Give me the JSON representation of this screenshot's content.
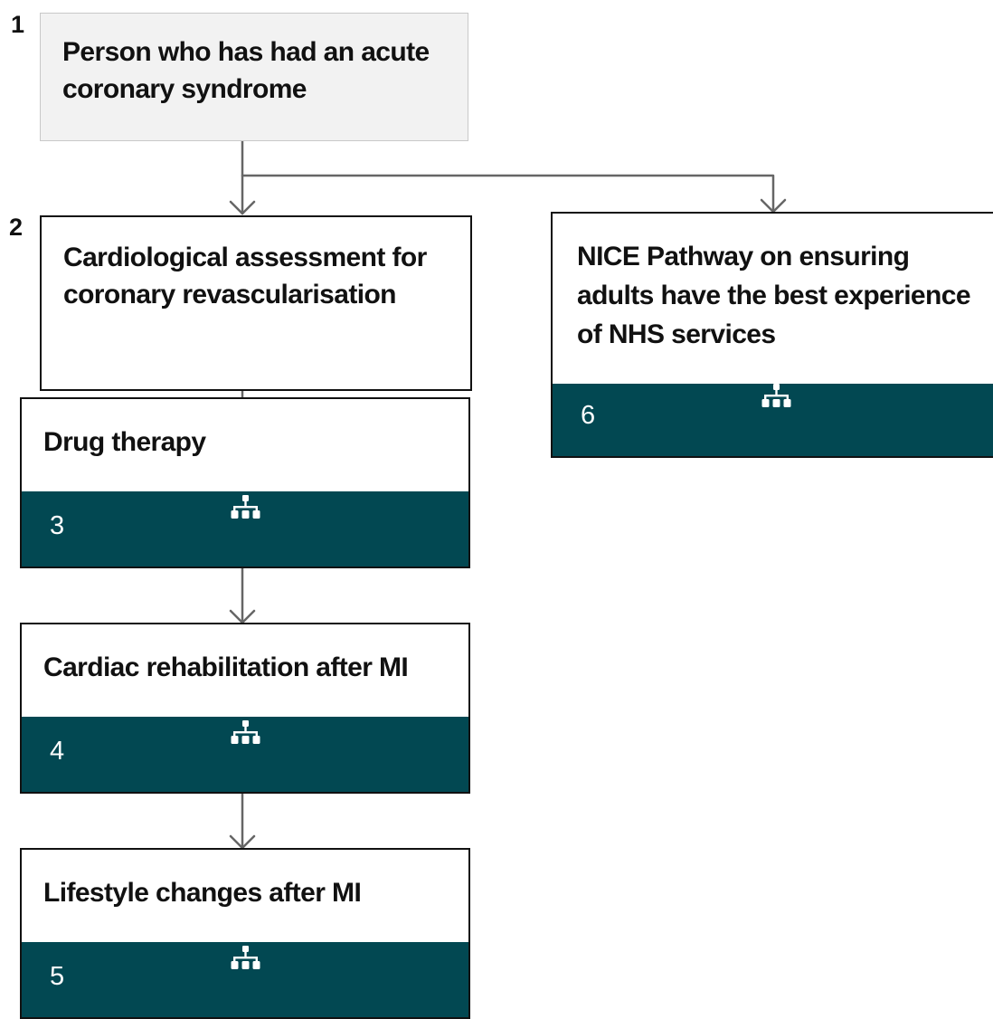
{
  "colors": {
    "footer": "#024852",
    "start_fill": "#f2f2f2",
    "arrow": "#666666"
  },
  "nodes": [
    {
      "id": "1",
      "number": "1",
      "title": "Person who has had an acute coronary syndrome"
    },
    {
      "id": "2",
      "number": "2",
      "title": "Cardiological assessment for coronary revascularisation"
    },
    {
      "id": "3",
      "number": "3",
      "title": "Drug therapy",
      "icon": "pathway-hierarchy-icon"
    },
    {
      "id": "4",
      "number": "4",
      "title": "Cardiac rehabilitation after MI",
      "icon": "pathway-hierarchy-icon"
    },
    {
      "id": "5",
      "number": "5",
      "title": "Lifestyle changes after MI",
      "icon": "pathway-hierarchy-icon"
    },
    {
      "id": "6",
      "number": "6",
      "title": "NICE Pathway on ensuring adults have the best experience of NHS services",
      "icon": "pathway-hierarchy-icon"
    }
  ],
  "edges": [
    {
      "from": "1",
      "to": "2"
    },
    {
      "from": "1",
      "to": "6"
    },
    {
      "from": "2",
      "to": "3"
    },
    {
      "from": "3",
      "to": "4"
    },
    {
      "from": "4",
      "to": "5"
    }
  ]
}
